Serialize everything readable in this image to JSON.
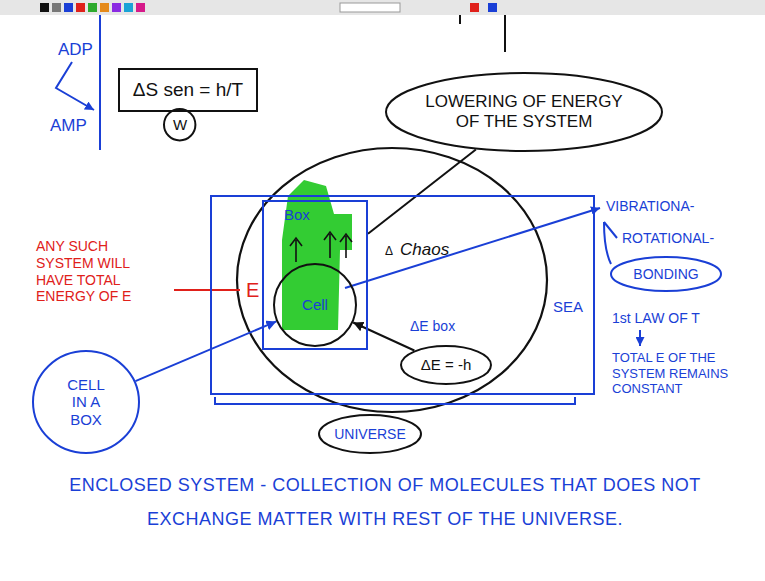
{
  "diagram": {
    "caption": "ENCLOSED SYSTEM - COLLECTION OF MOLECULES THAT DOES NOT EXCHANGE MATTER WITH REST OF THE UNIVERSE.",
    "nodes": [
      {
        "text": [
          "ΔS sen = h/T"
        ]
      },
      {
        "text": [
          "W"
        ]
      },
      {
        "text": [
          "LOWERING OF ENERGY OF THE SYSTEM"
        ]
      },
      {
        "text": [
          "SEA"
        ]
      },
      {
        "text": [
          "Box"
        ],
        "in": 3
      },
      {
        "text": [
          "Cell"
        ],
        "in": 4
      },
      {
        "text": [
          "ΔE = -h"
        ],
        "in": 3
      },
      {
        "text": [
          "UNIVERSE"
        ]
      },
      {
        "text": [
          "CELL IN A BOX"
        ]
      },
      {
        "text": [
          "BONDING"
        ]
      }
    ],
    "edges": [
      {
        "from": 8,
        "to": 5,
        "arrow": "to"
      },
      {
        "from": 6,
        "to": 5,
        "arrow": "to"
      },
      {
        "from": 2,
        "to": 4,
        "arrow": "none"
      }
    ],
    "labels": [
      "ADP",
      "AMP",
      "Δ",
      "Chaos",
      "E",
      "ANY SUCH SYSTEM WILL HAVE TOTAL ENERGY OF E",
      "ΔE box",
      "VIBRATIONA-",
      "ROTATIONAL-",
      "1st LAW OF T",
      "TOTAL E OF THE SYSTEM REMAINS CONSTANT"
    ]
  }
}
